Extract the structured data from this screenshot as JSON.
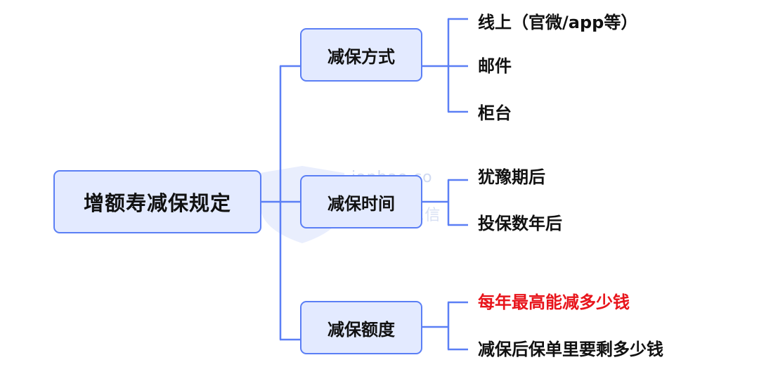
{
  "root": {
    "label": "增额寿减保规定"
  },
  "branches": [
    {
      "label": "减保方式",
      "leaves": [
        {
          "label": "线上（官微/app等）"
        },
        {
          "label": "邮件"
        },
        {
          "label": "柜台"
        }
      ]
    },
    {
      "label": "减保时间",
      "leaves": [
        {
          "label": "犹豫期后"
        },
        {
          "label": "投保数年后"
        }
      ]
    },
    {
      "label": "减保额度",
      "leaves": [
        {
          "label": "每年最高能减多少钱",
          "highlight": "#e8141b"
        },
        {
          "label": "减保后保单里要剩多少钱"
        }
      ]
    }
  ],
  "watermark": {
    "domain": "ianbao.co",
    "slogan": "专业 | 诚信"
  },
  "colors": {
    "node_fill": "#e3eaff",
    "node_border": "#5b7ff5",
    "connector": "#5b7ff5",
    "highlight": "#e8141b"
  }
}
